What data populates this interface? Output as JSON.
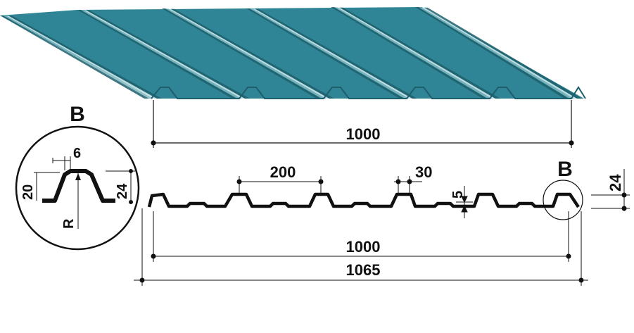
{
  "colors": {
    "sheet_top": "#2f8595",
    "sheet_light": "#7fb8c2",
    "sheet_dark": "#1d5f6c",
    "sheet_highlight": "#d6ebee",
    "line": "#111111"
  },
  "dimensions": {
    "top_width": "1000",
    "pitch": "200",
    "rib_top": "30",
    "stiffener_depth": "5",
    "height_main": "24",
    "cover_width": "1000",
    "total_width": "1065"
  },
  "detail": {
    "label": "B",
    "rib_top": "6",
    "height_inner": "20",
    "height_outer": "24",
    "radius": "R"
  },
  "callout_label": "B"
}
